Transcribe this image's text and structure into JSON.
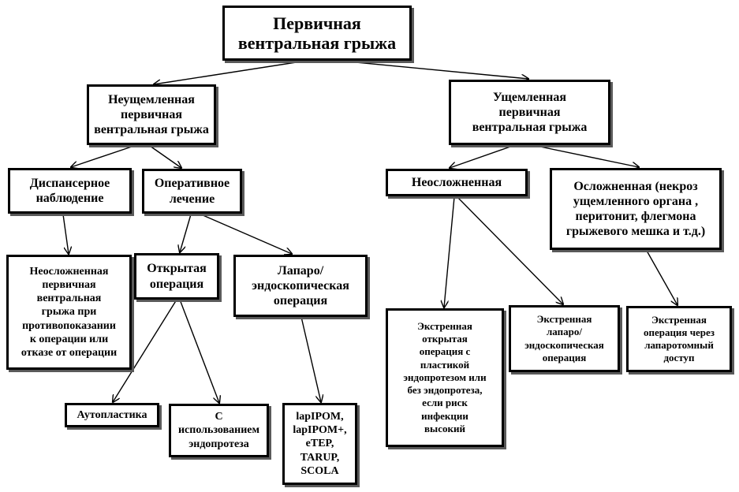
{
  "diagram": {
    "root": {
      "lines": [
        "Первичная",
        "вентральная грыжа"
      ]
    },
    "non_strangulated": {
      "lines": [
        "Неущемленная",
        "первичная",
        "вентральная грыжа"
      ]
    },
    "strangulated": {
      "lines": [
        "Ущемленная",
        "первичная",
        "вентральная грыжа"
      ]
    },
    "dispensary": {
      "lines": [
        "Диспансерное",
        "наблюдение"
      ]
    },
    "operative": {
      "lines": [
        "Оперативное",
        "лечение"
      ]
    },
    "uncomplicated": {
      "lines": [
        "Неосложненная"
      ]
    },
    "complicated": {
      "lines": [
        "Осложненная (некроз",
        "ущемленного органа ,",
        "перитонит, флегмона",
        "грыжевого мешка и т.д.)"
      ]
    },
    "contraindication": {
      "lines": [
        "Неосложненная",
        "первичная",
        "вентральная",
        "грыжа при",
        "противопоказании",
        "к операции или",
        "отказе от операции"
      ]
    },
    "open_operation": {
      "lines": [
        "Открытая",
        "операция"
      ]
    },
    "lap_operation": {
      "lines": [
        "Лапаро/",
        "эндоскопическая",
        "операция"
      ]
    },
    "emergency_open": {
      "lines": [
        "Экстренная",
        "открытая",
        "операция с",
        "пластикой",
        "эндопротезом или",
        "без эндопротеза,",
        "если риск",
        "инфекции",
        "высокий"
      ]
    },
    "emergency_lap": {
      "lines": [
        "Экстренная",
        "лапаро/",
        "эндоскопическая",
        "операция"
      ]
    },
    "emergency_laparotomy": {
      "lines": [
        "Экстренная",
        "операция через",
        "лапаротомный",
        "доступ"
      ]
    },
    "autoplasty": {
      "lines": [
        "Аутопластика"
      ]
    },
    "endoprosthesis": {
      "lines": [
        "С",
        "использованием",
        "эндопротеза"
      ]
    },
    "lap_techniques": {
      "lines": [
        "lapIPOM,",
        "lapIPOM+,",
        "eTEP,",
        "TARUP,",
        "SCOLA"
      ]
    }
  }
}
